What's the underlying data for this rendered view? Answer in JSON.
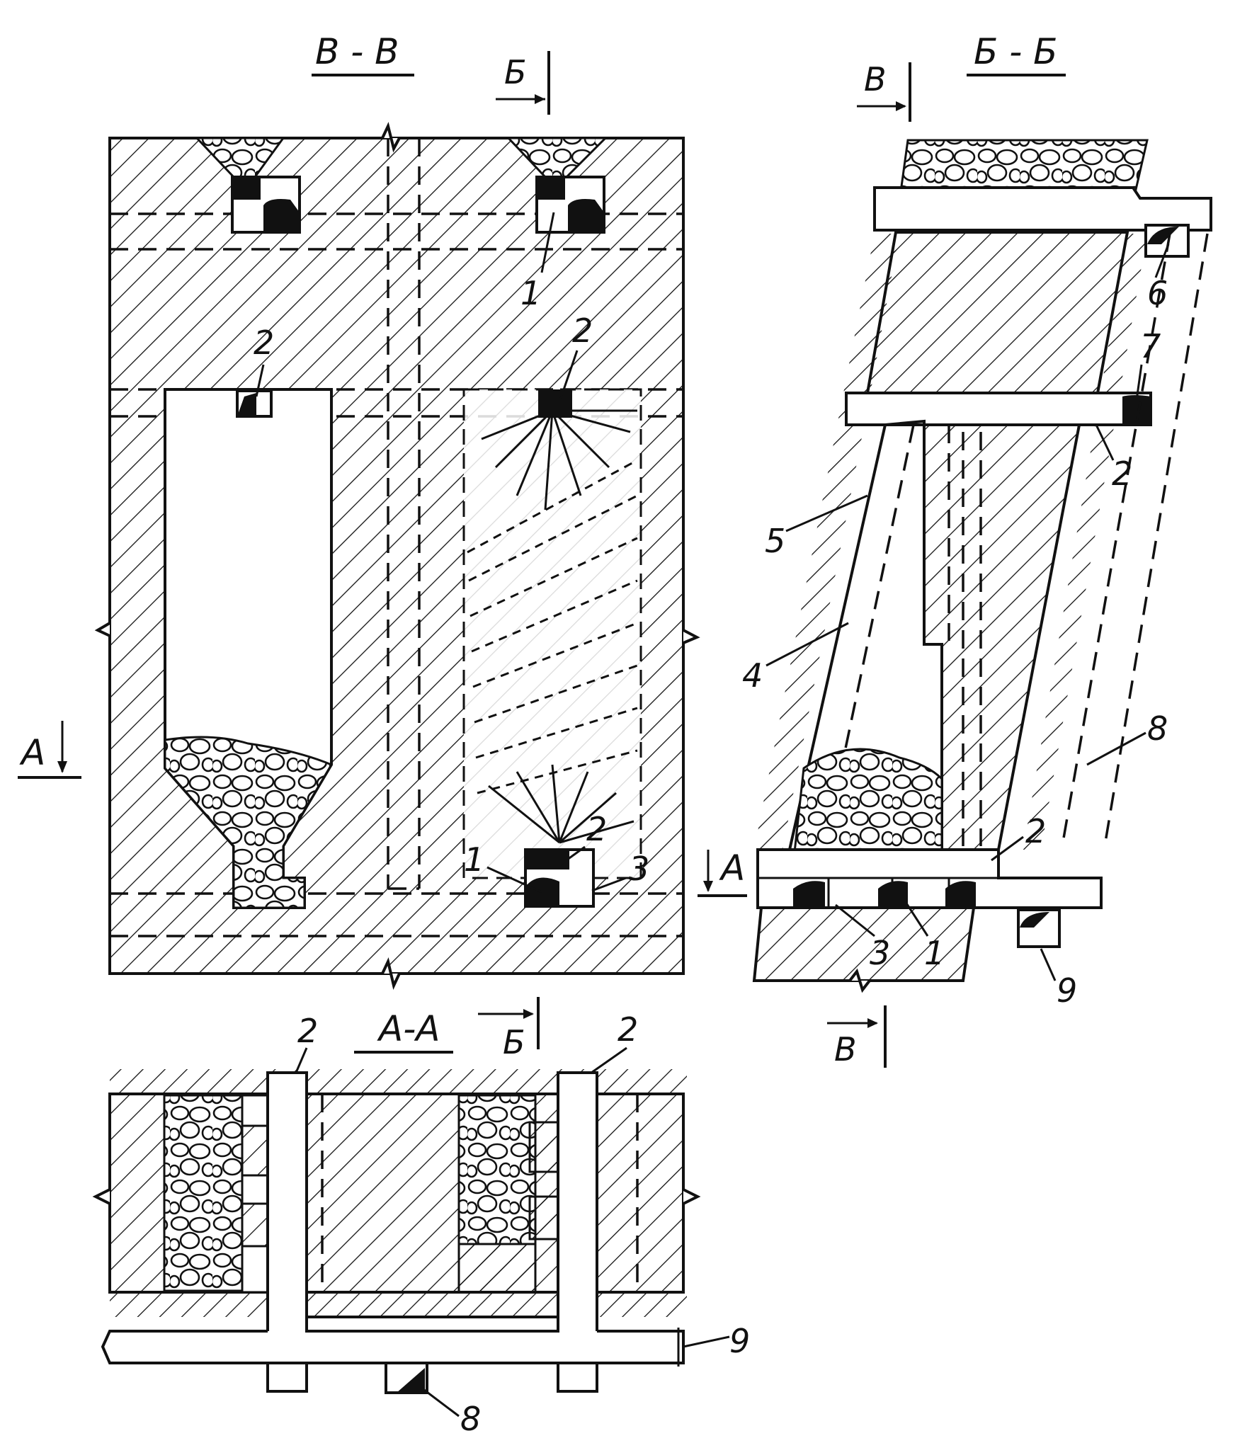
{
  "sections": {
    "vv": "В - В",
    "bb": "Б - Б",
    "aa": "А-А"
  },
  "cut_markers": {
    "a": "А",
    "b": "Б",
    "v": "В"
  },
  "callouts": {
    "n1": "1",
    "n2": "2",
    "n3": "3",
    "n4": "4",
    "n5": "5",
    "n6": "6",
    "n7": "7",
    "n8": "8",
    "n9": "9"
  }
}
